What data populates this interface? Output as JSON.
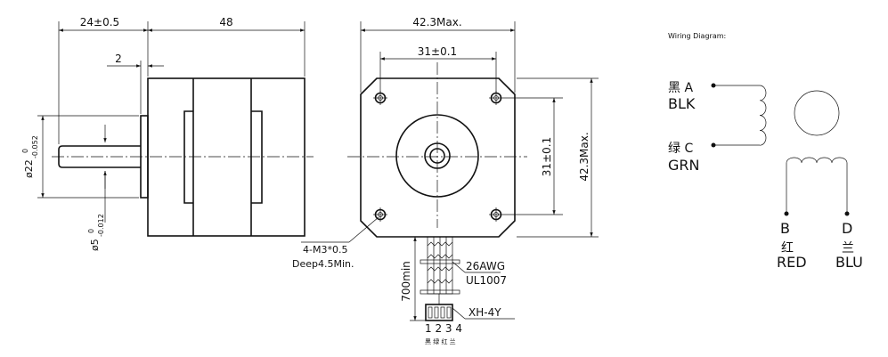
{
  "side_view": {
    "dim_shaft_len": "24±0.5",
    "dim_body_len": "48",
    "dim_boss": "2",
    "dim_boss_dia": "ø22",
    "dim_boss_tol_upper": "0",
    "dim_boss_tol_lower": "-0.052",
    "dim_shaft_dia": "ø5",
    "dim_shaft_tol_upper": "0",
    "dim_shaft_tol_lower": "-0.012"
  },
  "front_view": {
    "dim_width_max": "42.3Max.",
    "dim_hole_spacing_h": "31±0.1",
    "dim_hole_spacing_v": "31±0.1",
    "dim_height_max": "42.3Max.",
    "hole_spec": "4-M3*0.5",
    "hole_depth": "Deep4.5Min.",
    "cable_gauge": "26AWG",
    "cable_standard": "UL1007",
    "cable_length": "700min",
    "connector": "XH-4Y",
    "pin_numbers": "1 2 3 4",
    "pin_colors": "黑 绿 红 兰"
  },
  "wiring": {
    "title": "Wiring Diagram:",
    "a_cn": "黑 A",
    "a_en": "BLK",
    "c_cn": "绿 C",
    "c_en": "GRN",
    "b_letter": "B",
    "b_cn": "红",
    "b_en": "RED",
    "d_letter": "D",
    "d_cn": "兰",
    "d_en": "BLU"
  }
}
